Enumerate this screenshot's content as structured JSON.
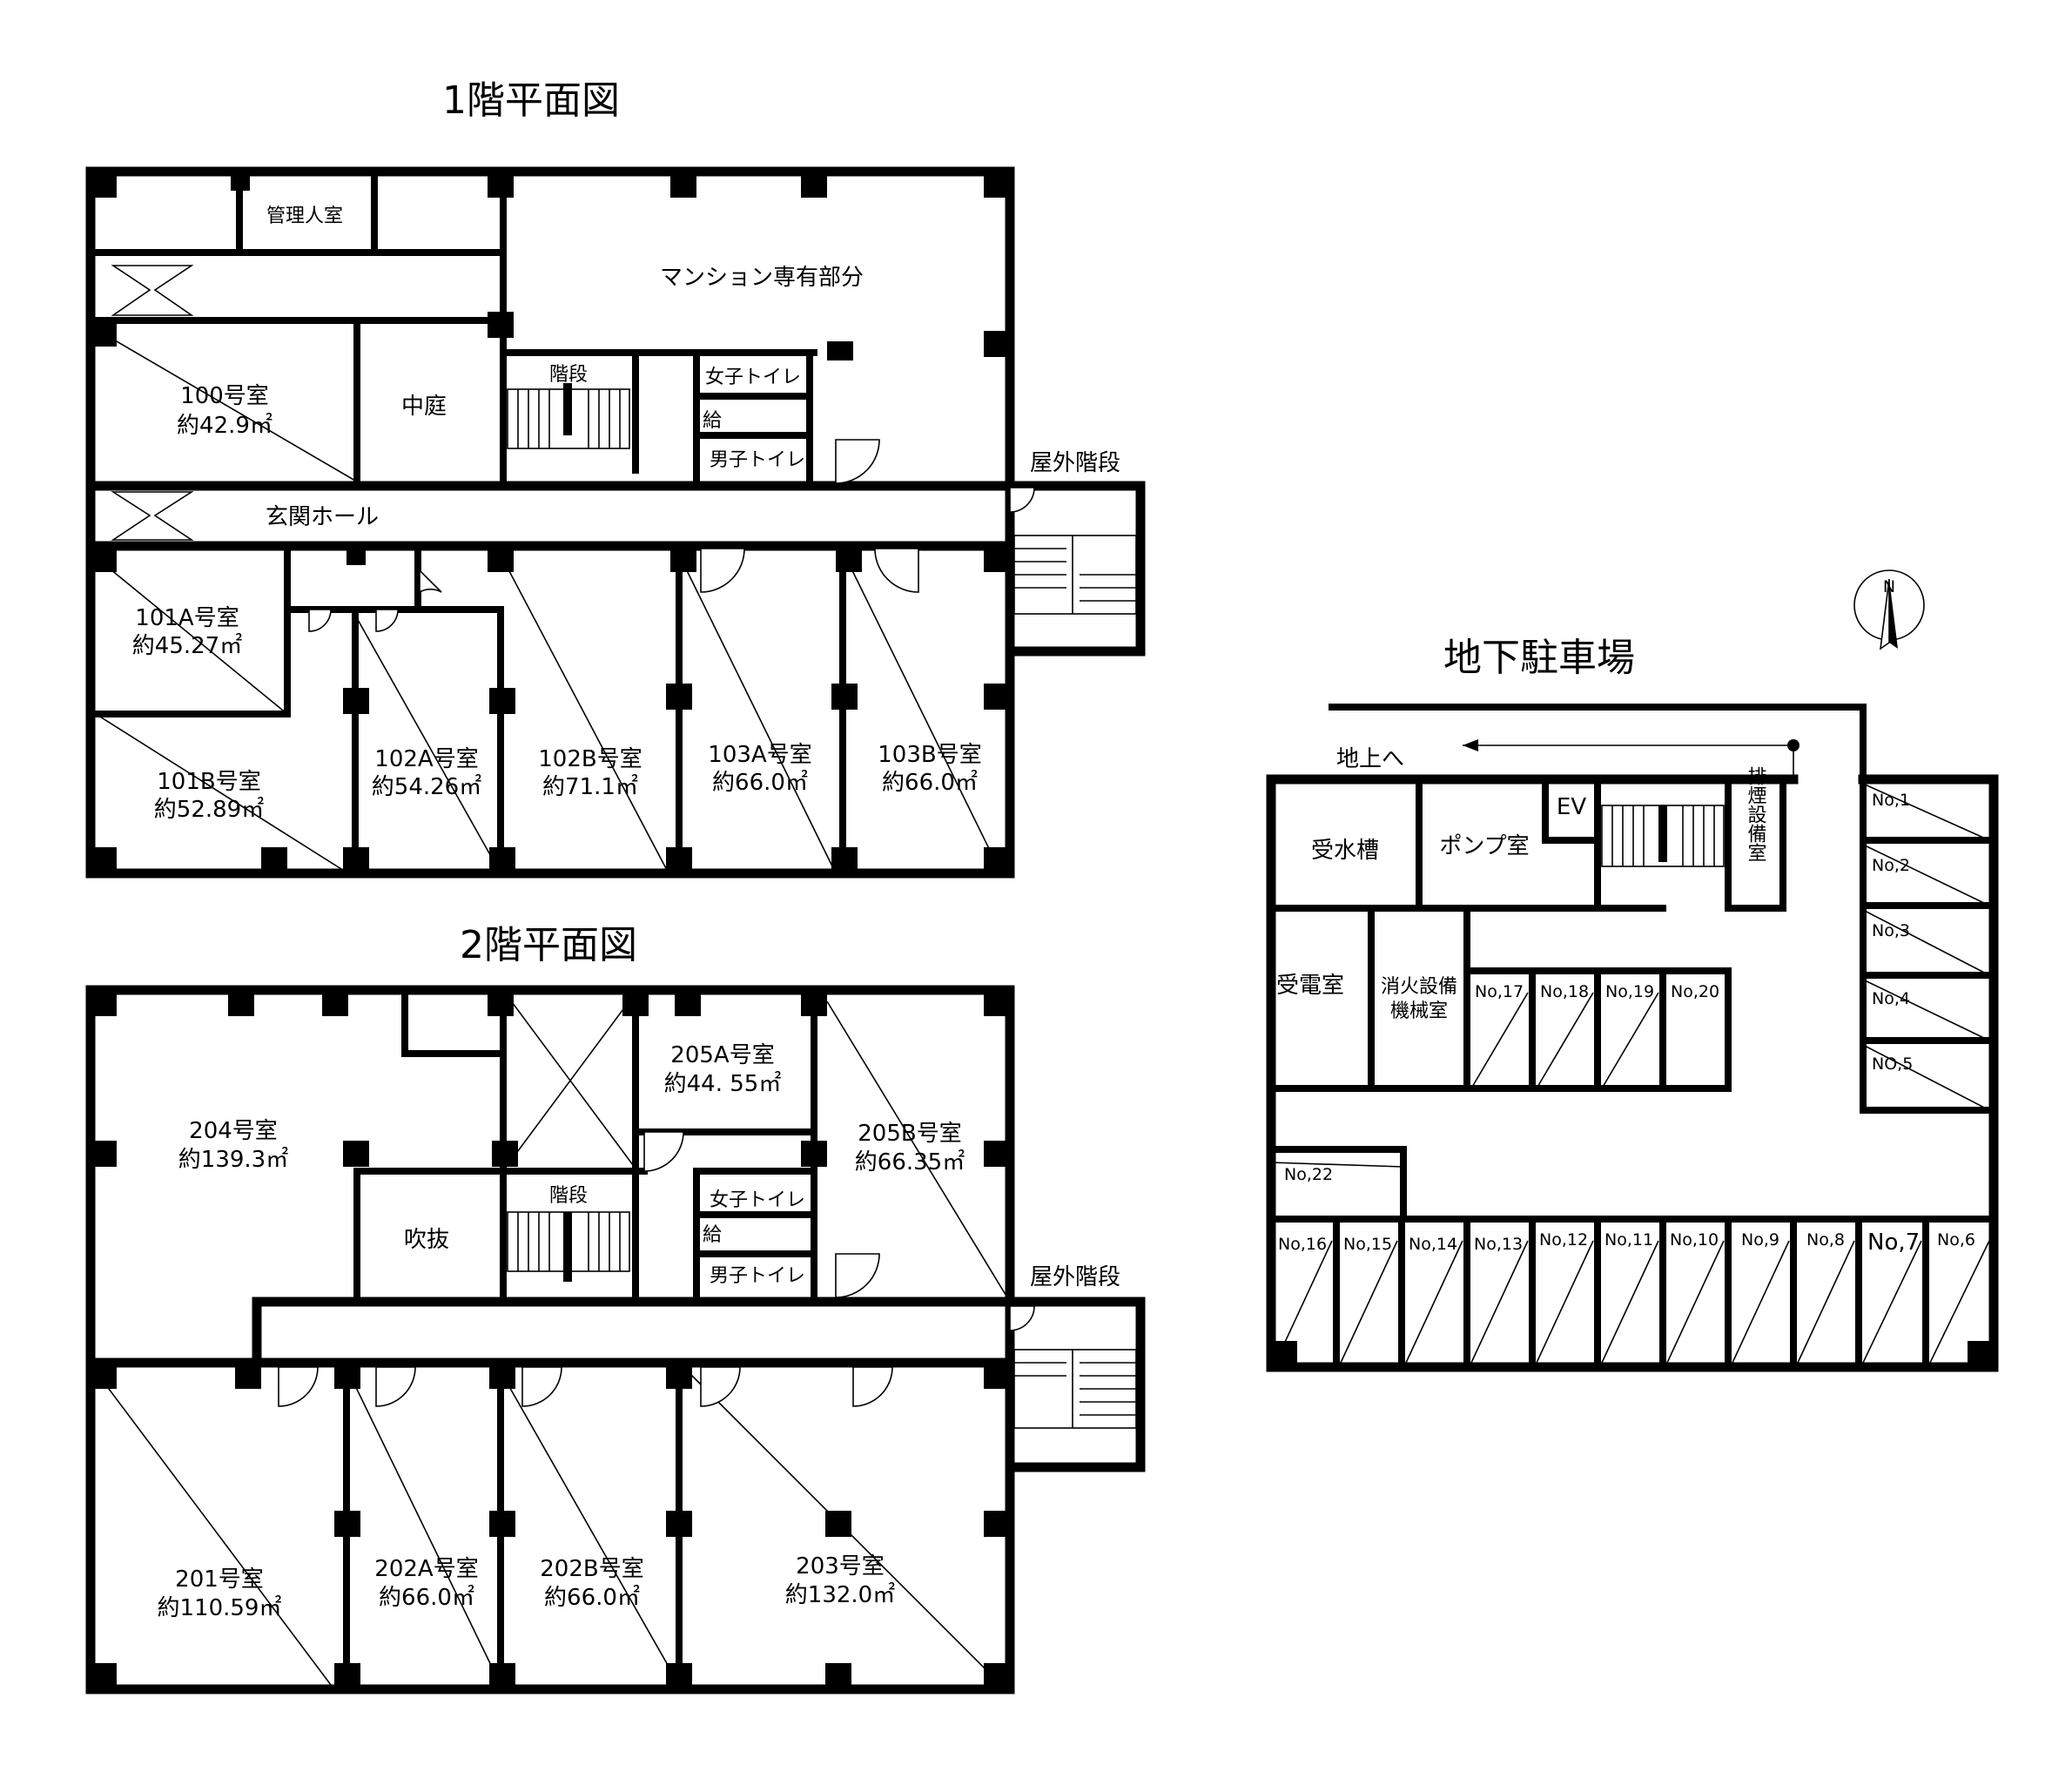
{
  "floor1": {
    "title": "1階平面図",
    "rooms": {
      "kanri": "管理人室",
      "mansion": "マンション専有部分",
      "r100_name": "100号室",
      "r100_area": "約42.9㎡",
      "chutei": "中庭",
      "kaidan": "階段",
      "joshi": "女子トイレ",
      "kyu": "給",
      "danshi": "男子トイレ",
      "okugai": "屋外階段",
      "genkan": "玄関ホール",
      "r101a_name": "101A号室",
      "r101a_area": "約45.27㎡",
      "r101b_name": "101B号室",
      "r101b_area": "約52.89㎡",
      "r102a_name": "102A号室",
      "r102a_area": "約54.26㎡",
      "r102b_name": "102B号室",
      "r102b_area": "約71.1㎡",
      "r103a_name": "103A号室",
      "r103a_area": "約66.0㎡",
      "r103b_name": "103B号室",
      "r103b_area": "約66.0㎡"
    }
  },
  "floor2": {
    "title": "2階平面図",
    "rooms": {
      "r204_name": "204号室",
      "r204_area": "約139.3㎡",
      "r205a_name": "205A号室",
      "r205a_area": "約44. 55㎡",
      "r205b_name": "205B号室",
      "r205b_area": "約66.35㎡",
      "fukinuke": "吹抜",
      "kaidan": "階段",
      "joshi": "女子トイレ",
      "kyu": "給",
      "danshi": "男子トイレ",
      "okugai": "屋外階段",
      "r201_name": "201号室",
      "r201_area": "約110.59㎡",
      "r202a_name": "202A号室",
      "r202a_area": "約66.0㎡",
      "r202b_name": "202B号室",
      "r202b_area": "約66.0㎡",
      "r203_name": "203号室",
      "r203_area": "約132.0㎡"
    }
  },
  "basement": {
    "title": "地下駐車場",
    "compass": "N",
    "chijo": "地上へ",
    "jusuiso": "受水槽",
    "pump": "ポンプ室",
    "ev": "EV",
    "haien": "排煙設備室",
    "juden": "受電室",
    "shoka1": "消火設備",
    "shoka2": "機械室",
    "spaces_right": [
      "No,1",
      "No,2",
      "No,3",
      "No,4",
      "NO,5"
    ],
    "spaces_mid": [
      "No,17",
      "No,18",
      "No,19",
      "No,20"
    ],
    "space_22": "No,22",
    "spaces_bottom": [
      "No,16",
      "No,15",
      "No,14",
      "No,13",
      "No,12",
      "No,11",
      "No,10",
      "No,9",
      "No,8",
      "No,7",
      "No,6"
    ]
  }
}
